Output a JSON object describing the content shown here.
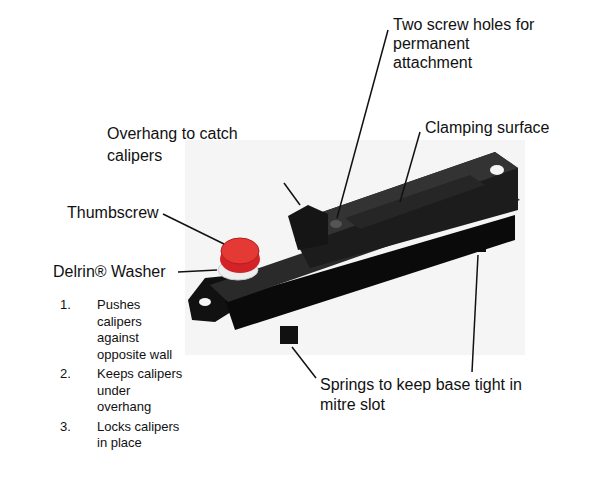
{
  "diagram": {
    "labels": [
      "Two screw holes for permanent attachment",
      "Clamping surface",
      "Overhang to catch calipers",
      "Thumbscrew",
      "Delrin® Washer",
      "1.",
      "Pushes calipers against opposite wall",
      "2.",
      "Keeps calipers under overhang",
      "3.",
      "Locks calipers in place",
      "Springs to keep base tight in mitre slot"
    ]
  }
}
